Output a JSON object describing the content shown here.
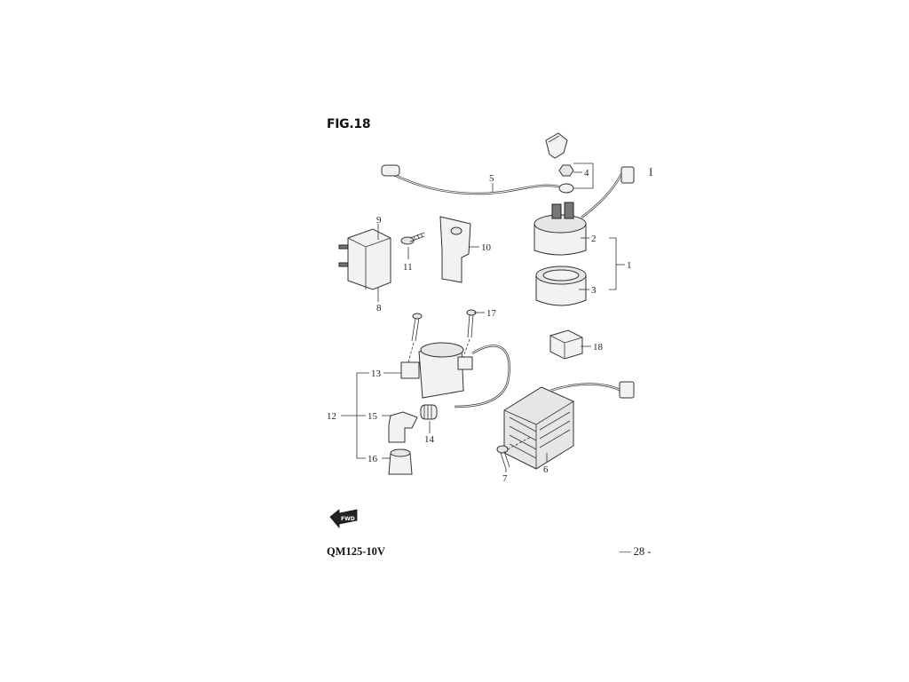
{
  "figure": {
    "title": "FIG.18",
    "model": "QM125-10V",
    "page_number": "— 28 -",
    "side_mark": "I"
  },
  "fwd_badge": "FWD",
  "callouts": {
    "c1": "1",
    "c2": "2",
    "c3": "3",
    "c4": "4",
    "c5": "5",
    "c6": "6",
    "c7": "7",
    "c8": "8",
    "c9": "9",
    "c10": "10",
    "c11": "11",
    "c12": "12",
    "c13": "13",
    "c14": "14",
    "c15": "15",
    "c16": "16",
    "c17": "17",
    "c18": "18"
  }
}
